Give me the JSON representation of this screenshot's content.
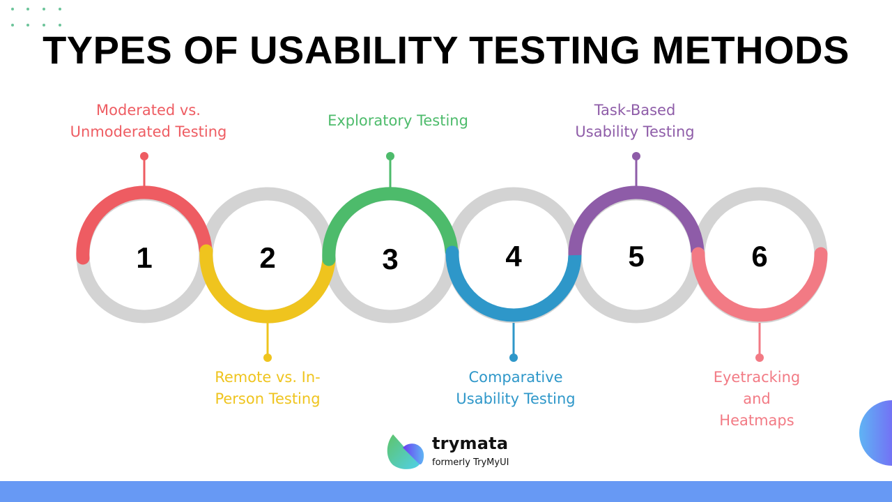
{
  "title": "TYPES OF USABILITY TESTING METHODS",
  "colors": {
    "ring_gray": "#D3D3D3",
    "red": "#EE5C62",
    "yellow": "#EFC41E",
    "green": "#4DBB6B",
    "blue": "#2E97C9",
    "purple": "#8E5CA8",
    "pink": "#F27A84",
    "bottom_bar": "#6799F4",
    "dots": "#6CC49A"
  },
  "steps": [
    {
      "number": "1",
      "label_lines": [
        "Moderated vs.",
        "Unmoderated Testing"
      ],
      "position": "top",
      "color": "#EE5C62"
    },
    {
      "number": "2",
      "label_lines": [
        "Remote vs. In-",
        "Person Testing"
      ],
      "position": "bottom",
      "color": "#EFC41E"
    },
    {
      "number": "3",
      "label_lines": [
        "Exploratory Testing"
      ],
      "position": "top",
      "color": "#4DBB6B"
    },
    {
      "number": "4",
      "label_lines": [
        "Comparative",
        "Usability Testing"
      ],
      "position": "bottom",
      "color": "#2E97C9"
    },
    {
      "number": "5",
      "label_lines": [
        "Task-Based",
        "Usability Testing"
      ],
      "position": "top",
      "color": "#8E5CA8"
    },
    {
      "number": "6",
      "label_lines": [
        "Eyetracking",
        "and",
        "Heatmaps"
      ],
      "position": "bottom",
      "color": "#F27A84"
    }
  ],
  "logo": {
    "name": "trymata",
    "subtitle": "formerly TryMyUI"
  }
}
